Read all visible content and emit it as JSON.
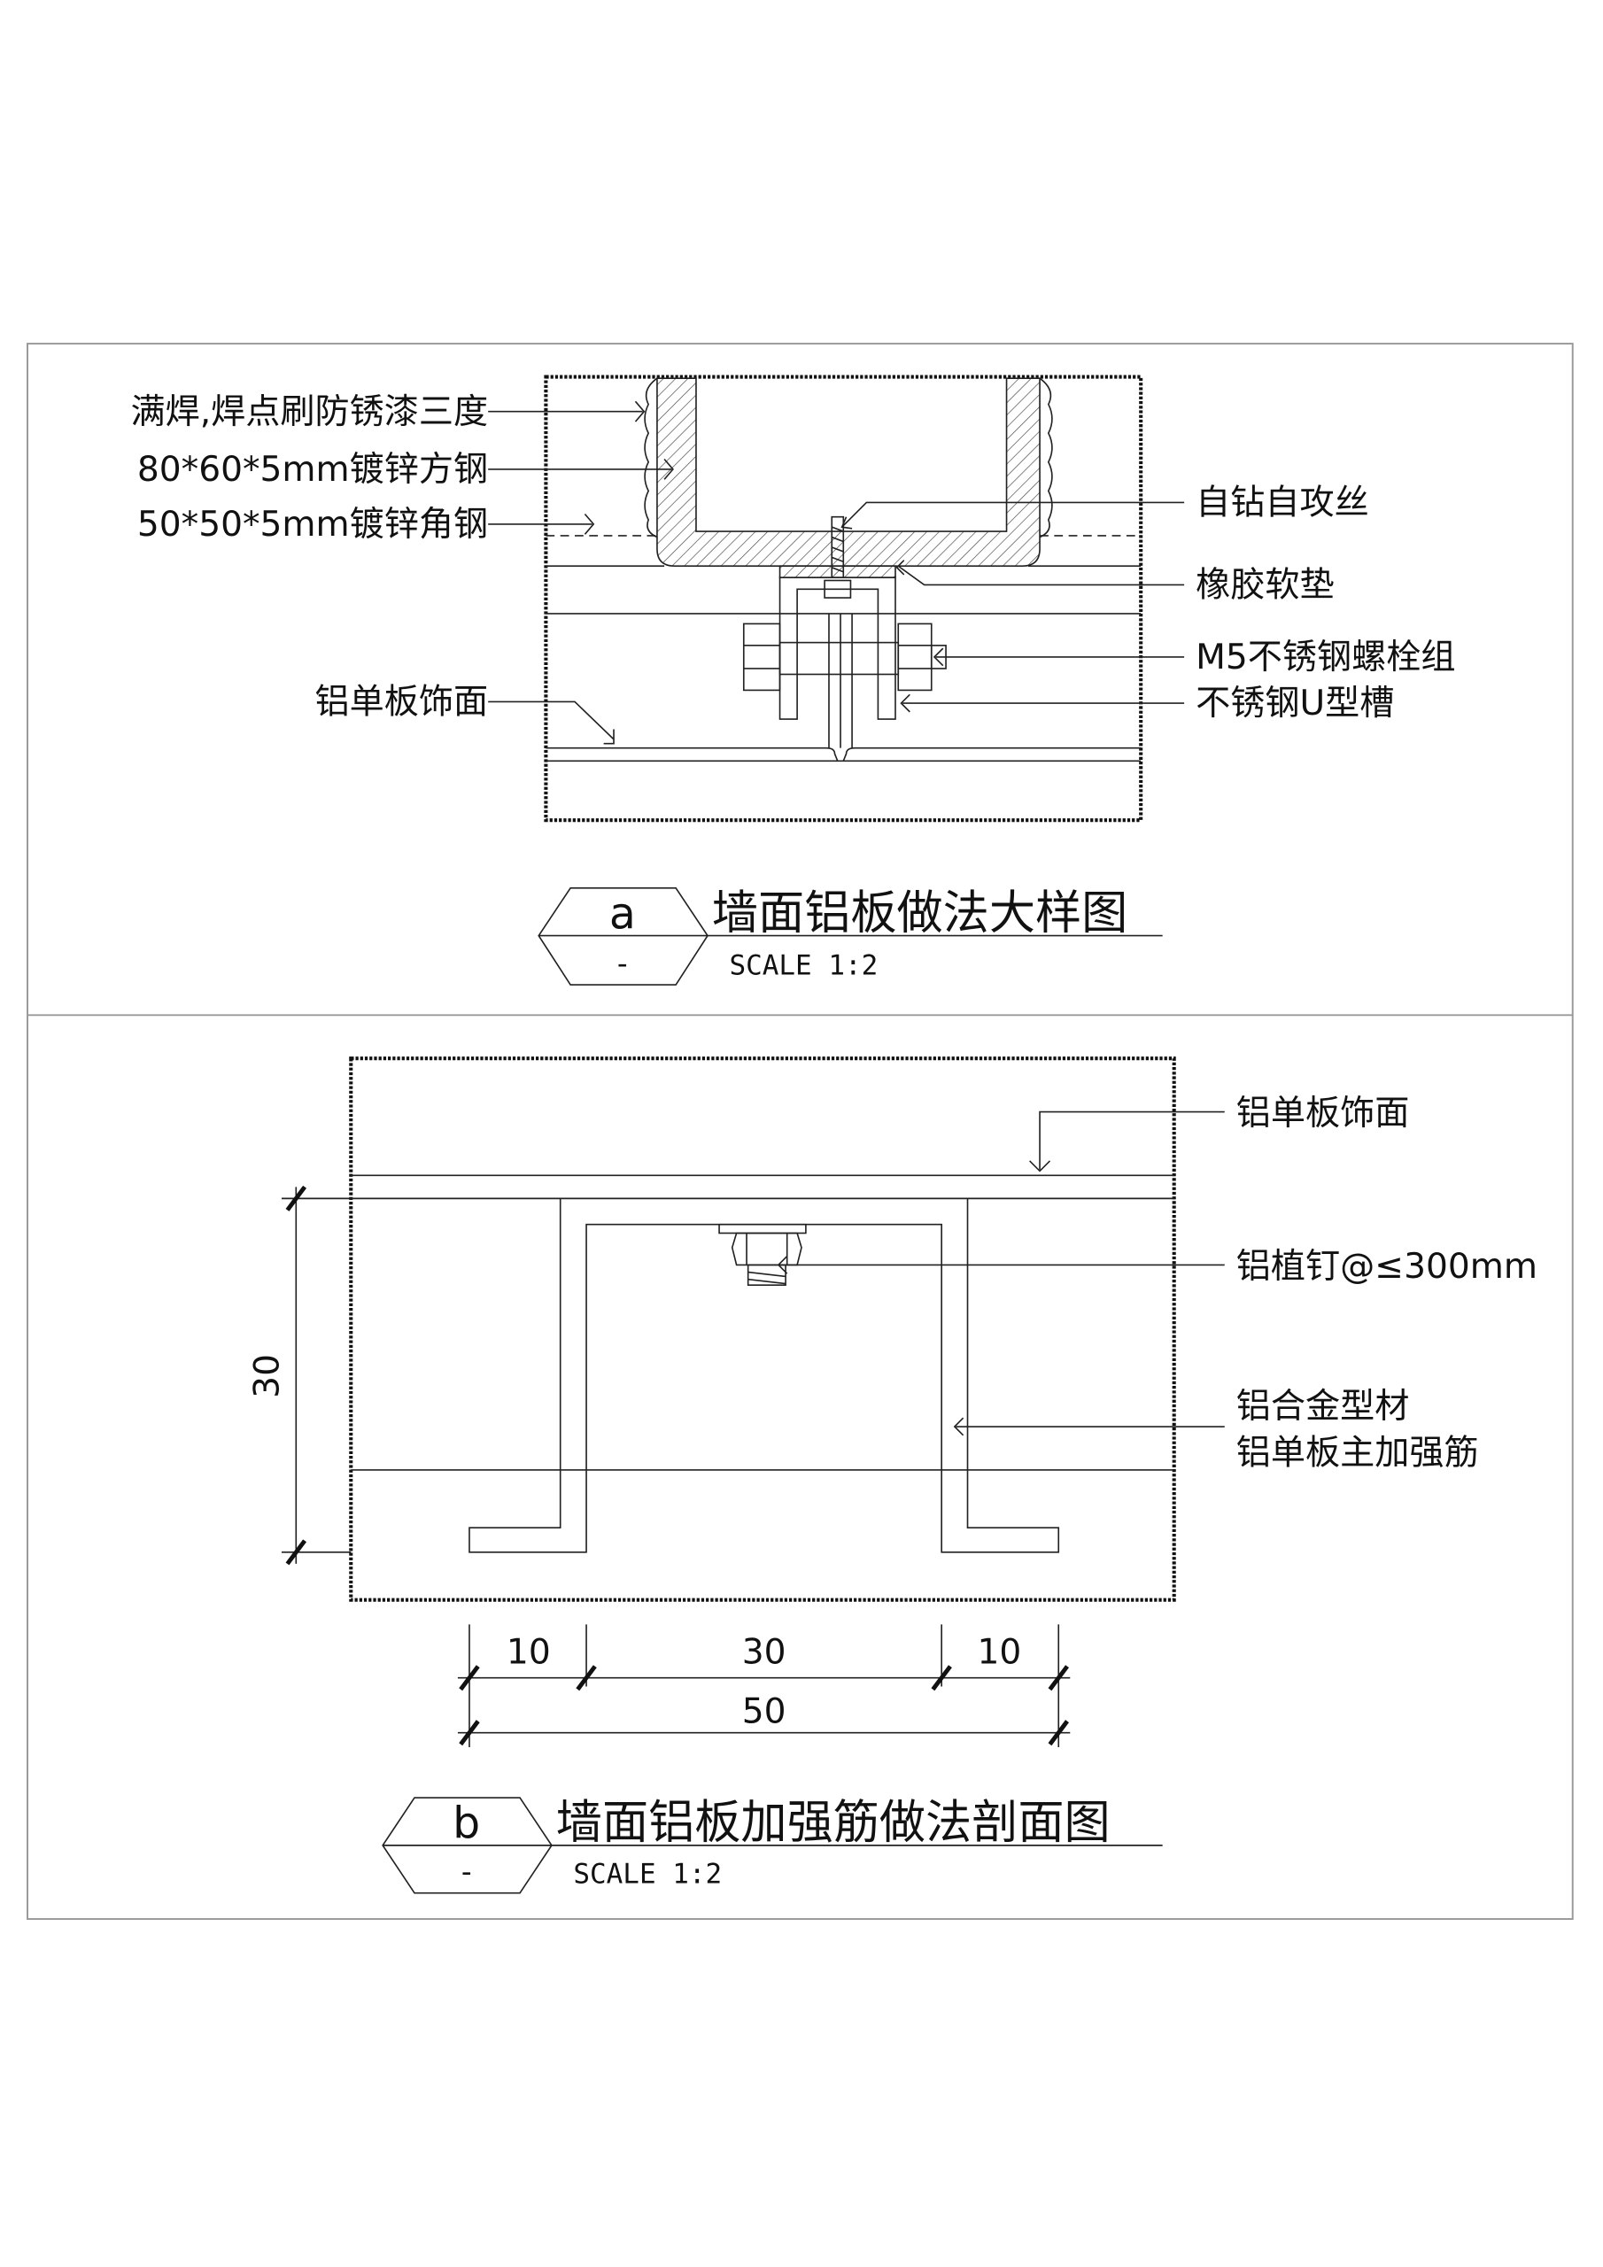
{
  "detail_a": {
    "labels_left": [
      "满焊,焊点刷防锈漆三度",
      "80*60*5mm镀锌方钢",
      "50*50*5mm镀锌角钢",
      "铝单板饰面"
    ],
    "labels_right": [
      "自钻自攻丝",
      "橡胶软垫",
      "M5不锈钢螺栓组",
      "不锈钢U型槽"
    ],
    "tag_letter": "a",
    "tag_sheet": "-",
    "title": "墙面铝板做法大样图",
    "scale": "SCALE 1:2"
  },
  "detail_b": {
    "labels_right": [
      "铝单板饰面",
      "铝植钉@≤300mm",
      "铝合金型材",
      "铝单板主加强筋"
    ],
    "dimensions": {
      "height": "30",
      "left_flange": "10",
      "web": "30",
      "right_flange": "10",
      "total": "50"
    },
    "tag_letter": "b",
    "tag_sheet": "-",
    "title": "墙面铝板加强筋做法剖面图",
    "scale": "SCALE 1:2"
  }
}
